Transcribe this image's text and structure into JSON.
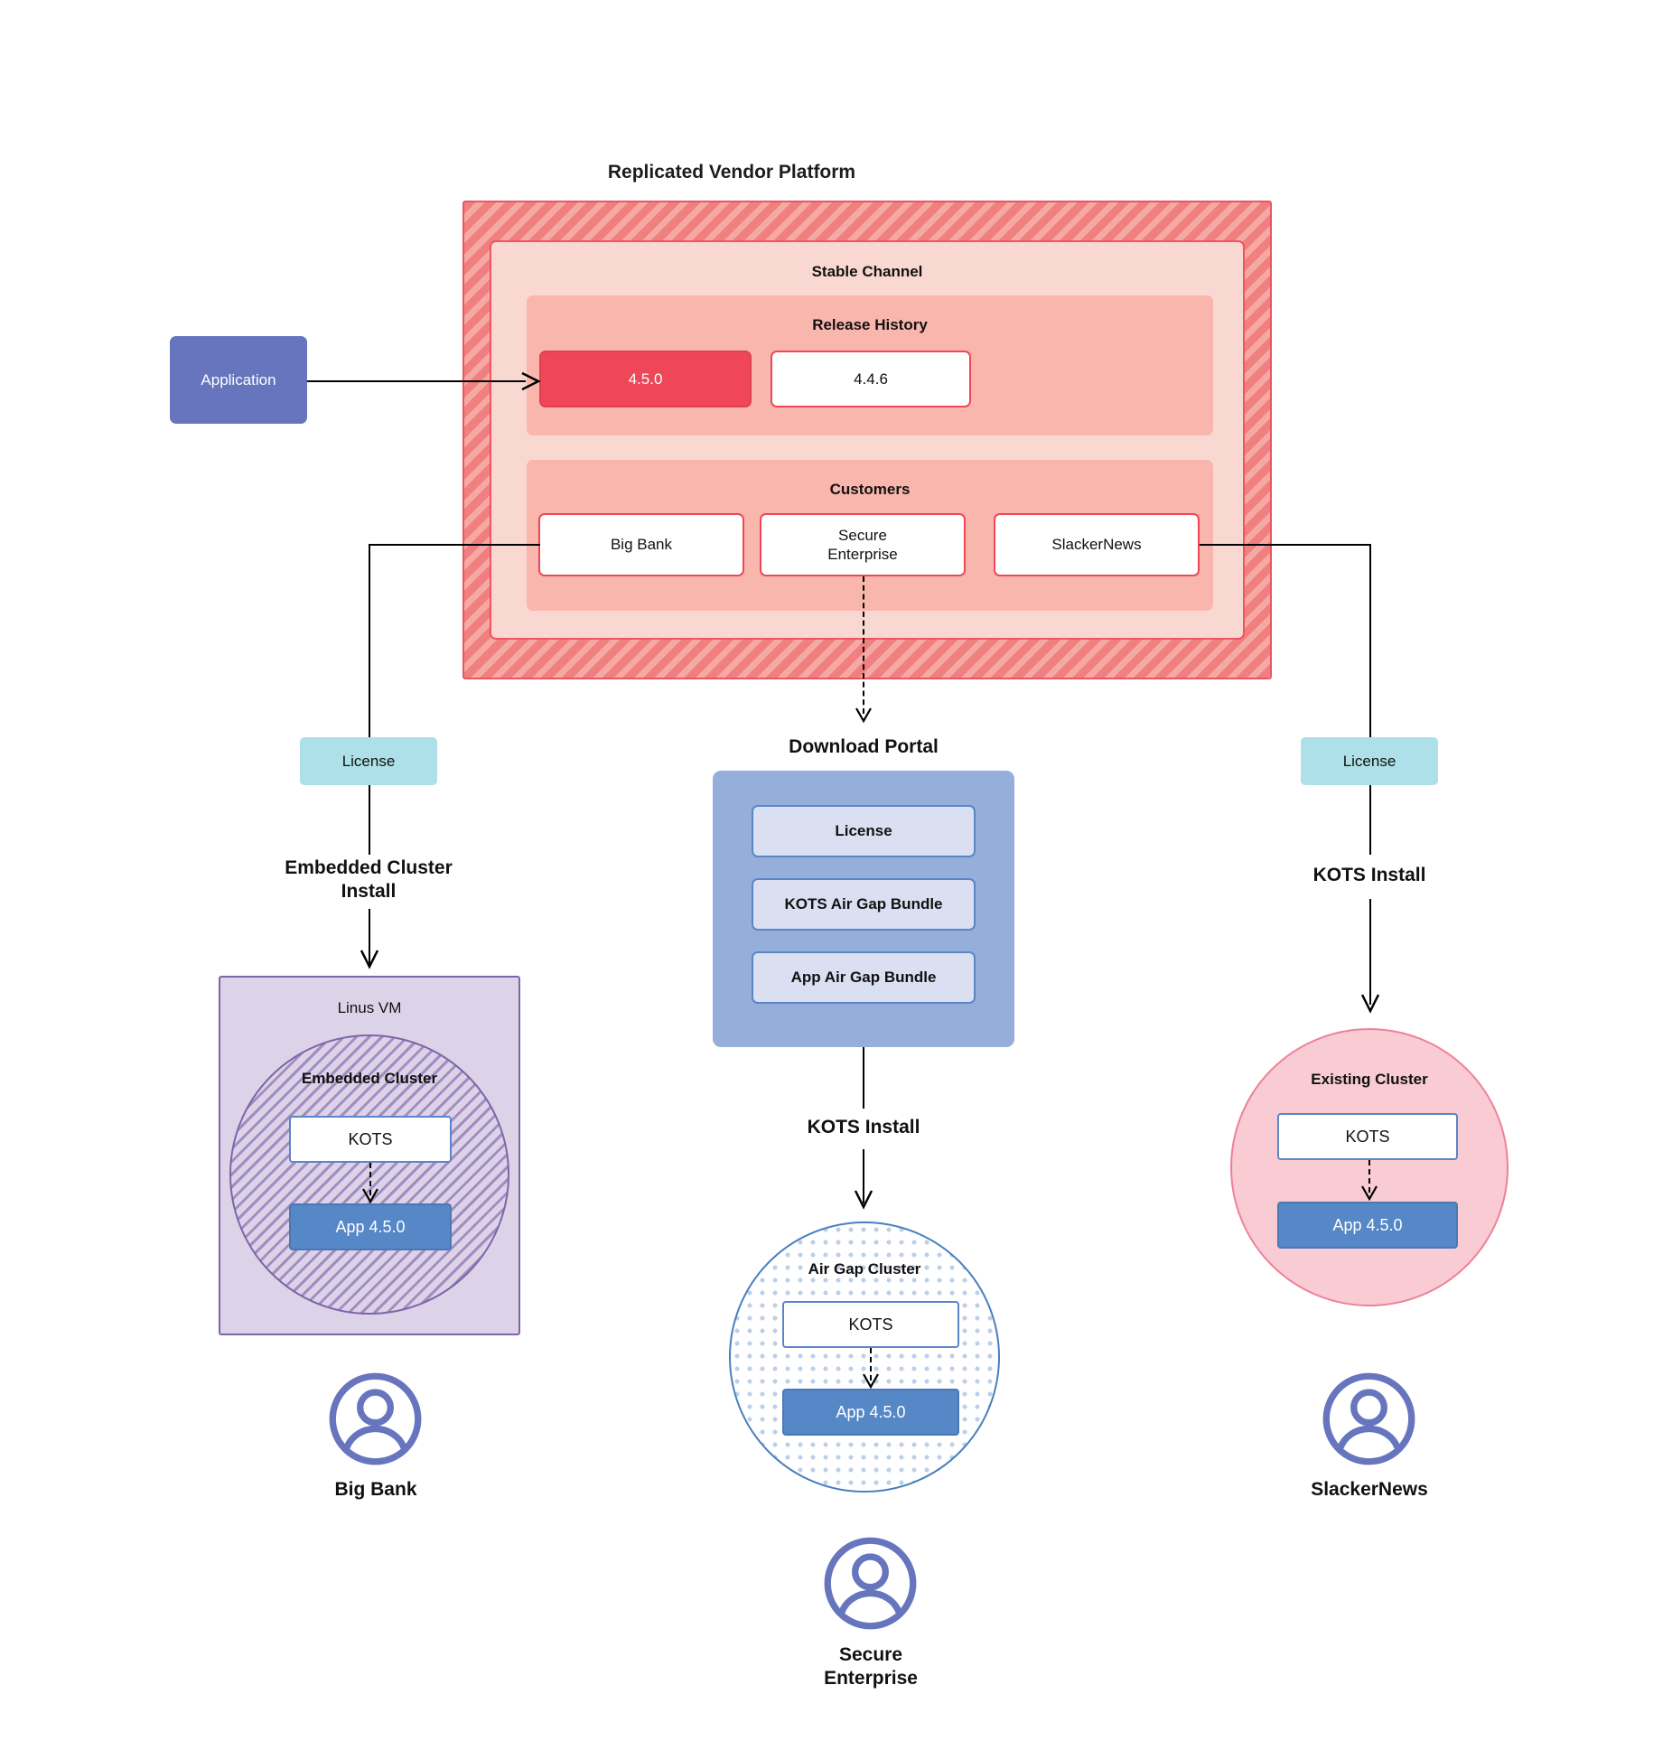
{
  "diagram": {
    "title": "Replicated Vendor Platform",
    "application": {
      "label": "Application"
    },
    "vendor_platform": {
      "channel": {
        "label": "Stable Channel"
      },
      "release_history": {
        "label": "Release History",
        "releases": [
          {
            "version": "4.5.0",
            "state": "current"
          },
          {
            "version": "4.4.6",
            "state": "previous"
          }
        ]
      },
      "customers": {
        "label": "Customers",
        "items": [
          {
            "name": "Big Bank"
          },
          {
            "name": "Secure\nEnterprise"
          },
          {
            "name": "SlackerNews"
          }
        ]
      }
    },
    "left_path": {
      "license_label": "License",
      "install_label": "Embedded Cluster\nInstall",
      "vm_label": "Linus VM",
      "cluster_label": "Embedded Cluster",
      "kots_label": "KOTS",
      "app_label": "App 4.5.0",
      "customer_label": "Big Bank",
      "avatar_icon": "user-avatar-icon"
    },
    "center_path": {
      "portal_title": "Download  Portal",
      "portal_items": [
        {
          "label": "License"
        },
        {
          "label": "KOTS Air Gap Bundle"
        },
        {
          "label": "App Air Gap Bundle"
        }
      ],
      "install_label": "KOTS Install",
      "cluster_label": "Air Gap Cluster",
      "kots_label": "KOTS",
      "app_label": "App 4.5.0",
      "customer_label": "Secure\nEnterprise",
      "avatar_icon": "user-avatar-icon"
    },
    "right_path": {
      "license_label": "License",
      "install_label": "KOTS Install",
      "cluster_label": "Existing Cluster",
      "kots_label": "KOTS",
      "app_label": "App 4.5.0",
      "customer_label": "SlackerNews",
      "avatar_icon": "user-avatar-icon"
    },
    "colors": {
      "platform_hatch": "#f07f7f",
      "platform_border": "#e8565f",
      "channel_bg": "#fad8d2",
      "release_bg": "#f9b6ac",
      "release_current": "#ef4757",
      "application": "#6675bd",
      "license": "#ade0e8",
      "portal_bg": "#96aeda",
      "portal_item": "#dae0f2",
      "vm_bg": "#dcd3e8",
      "vm_border": "#8064a8",
      "app_box": "#5687c6",
      "kots_border": "#5b86c6",
      "airgap_border": "#4a7fbf",
      "existing_cluster": "#f9cbd3",
      "existing_border": "#ef7f99",
      "avatar": "#6675bd"
    }
  }
}
